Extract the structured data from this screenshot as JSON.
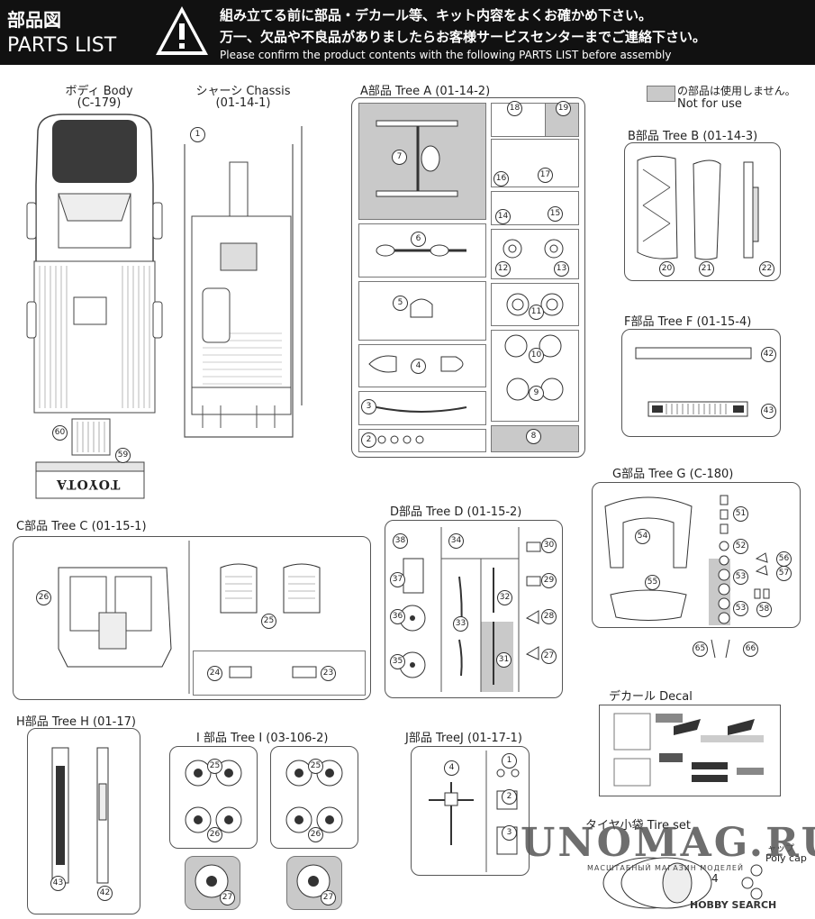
{
  "header": {
    "title_jp": "部品図",
    "title_en": "PARTS LIST",
    "warning_jp_1": "組み立てる前に部品・デカール等、キット内容をよくお確かめ下さい。",
    "warning_jp_2": "万一、欠品や不良品がありましたらお客様サービスセンターまでご連絡下さい。",
    "warning_en": "Please confirm the product contents with the following PARTS LIST before assembly"
  },
  "legend": {
    "jp": "の部品は使用しません。",
    "en": "Not for use"
  },
  "sections": {
    "body": {
      "title": "ボディ Body",
      "code": "(C-179)",
      "parts": [
        "60",
        "59"
      ],
      "logo_text": "TOYOTA"
    },
    "chassis": {
      "title": "シャーシ Chassis",
      "code": "(01-14-1)",
      "parts": [
        "1"
      ]
    },
    "tree_a": {
      "title": "A部品 Tree A (01-14-2)",
      "parts": [
        "18",
        "19",
        "7",
        "16",
        "17",
        "14",
        "15",
        "6",
        "12",
        "13",
        "5",
        "11",
        "10",
        "4",
        "3",
        "9",
        "2",
        "8"
      ]
    },
    "tree_b": {
      "title": "B部品 Tree B (01-14-3)",
      "parts": [
        "20",
        "21",
        "22"
      ]
    },
    "tree_f": {
      "title": "F部品 Tree F (01-15-4)",
      "parts": [
        "42",
        "43"
      ]
    },
    "tree_g": {
      "title": "G部品 Tree G (C-180)",
      "parts": [
        "51",
        "54",
        "52",
        "56",
        "57",
        "53",
        "55",
        "53",
        "58",
        "65",
        "66"
      ]
    },
    "tree_c": {
      "title": "C部品 Tree C (01-15-1)",
      "parts": [
        "26",
        "25",
        "24",
        "23"
      ]
    },
    "tree_d": {
      "title": "D部品 Tree D (01-15-2)",
      "parts": [
        "38",
        "34",
        "30",
        "37",
        "29",
        "32",
        "36",
        "33",
        "28",
        "35",
        "31",
        "27"
      ]
    },
    "decal": {
      "title": "デカール Decal"
    },
    "tree_h": {
      "title": "H部品 Tree H (01-17)",
      "parts": [
        "43",
        "42"
      ]
    },
    "tree_i": {
      "title": "I 部品 Tree I (03-106-2)",
      "parts": [
        "25",
        "26",
        "27",
        "25",
        "26",
        "27"
      ]
    },
    "tree_j": {
      "title": "J部品 TreeJ (01-17-1)",
      "parts": [
        "4",
        "1",
        "2",
        "3"
      ]
    },
    "tire": {
      "title": "タイヤ小袋 Tire set",
      "poly_jp": "ャップ",
      "poly_en": "Poly cap",
      "qty": "×4"
    }
  },
  "watermark": {
    "main": "UNOMAG.RU",
    "sub": "МАСШТАБНЫЙ МАГАЗИН МОДЕЛЕЙ",
    "hobby": "HOBBY SEARCH"
  }
}
